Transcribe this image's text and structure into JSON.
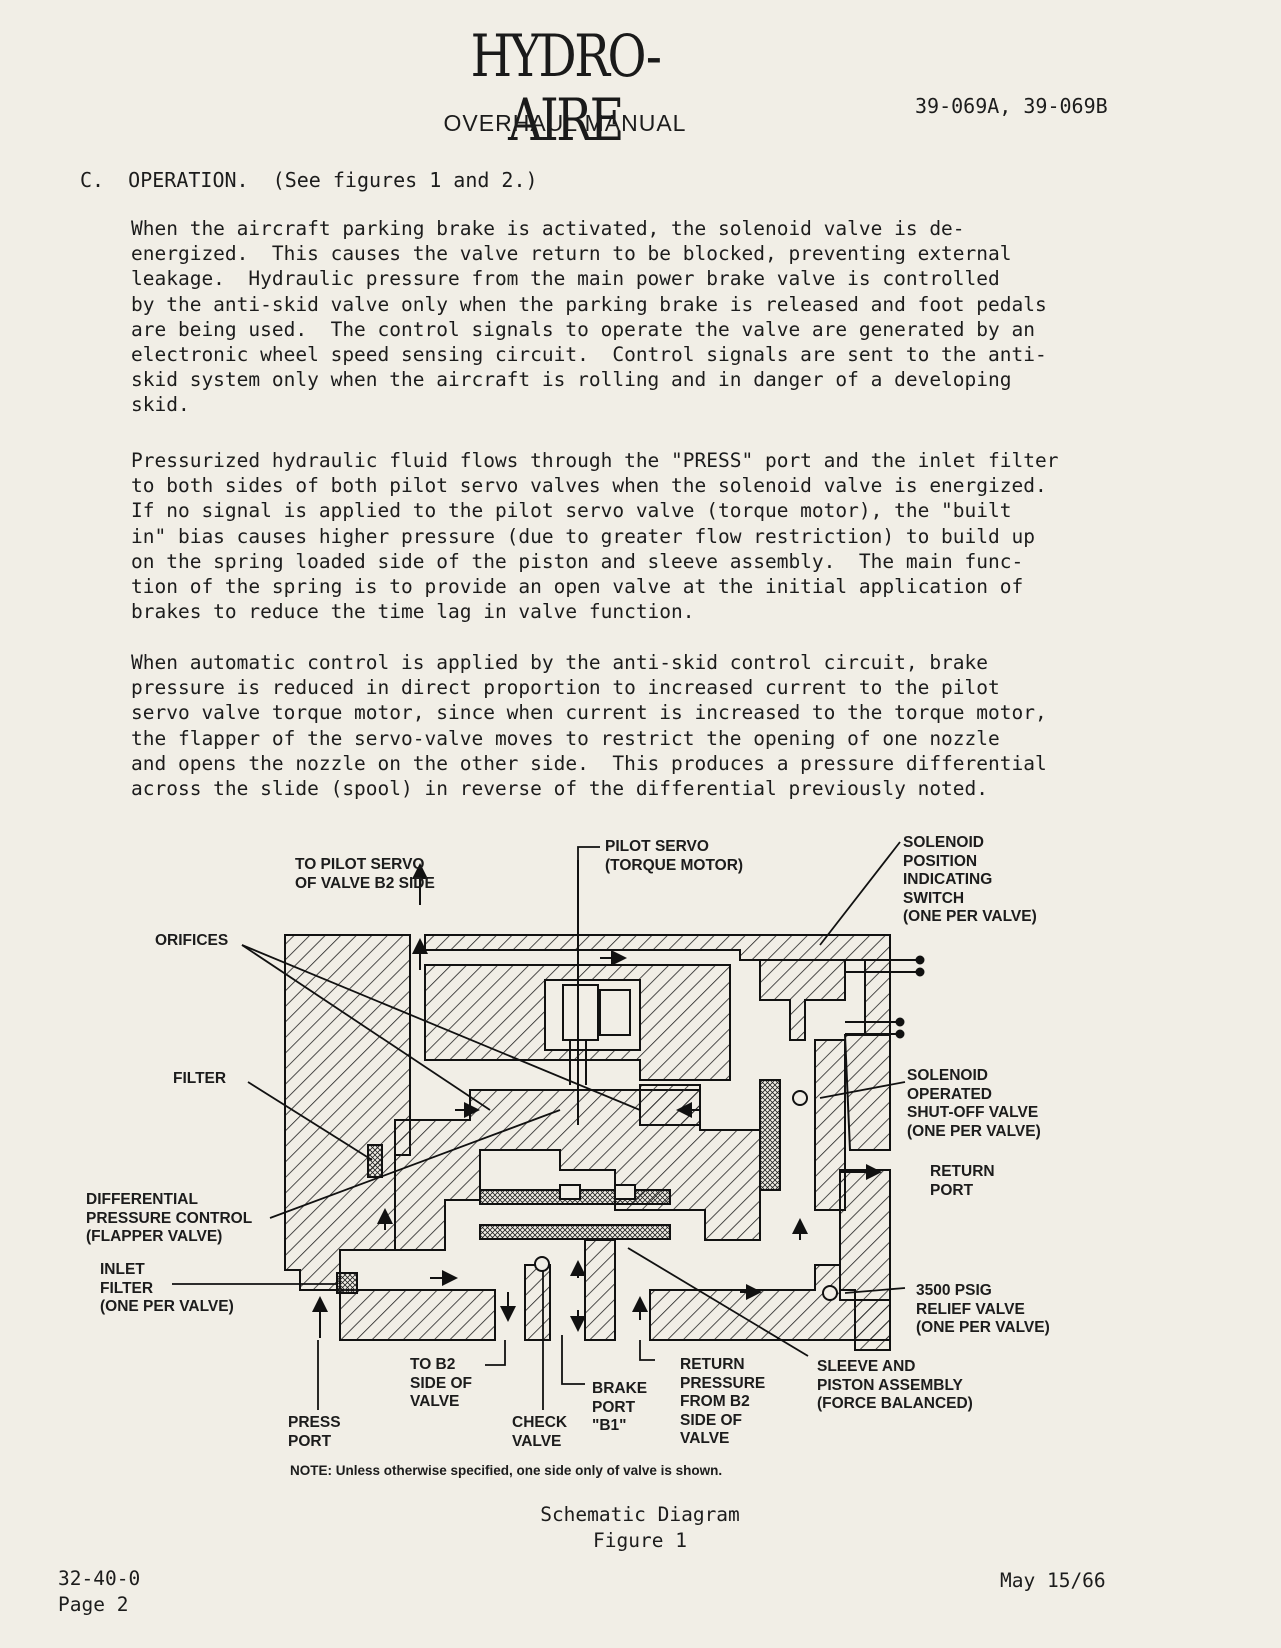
{
  "header": {
    "logo": "HYDRO-AIRE",
    "subtitle": "OVERHAUL MANUAL",
    "doc_number": "39-069A, 39-069B"
  },
  "section_heading": "C.  OPERATION.  (See figures 1 and 2.)",
  "paragraphs": [
    "When the aircraft parking brake is activated, the solenoid valve is de-\nenergized.  This causes the valve return to be blocked, preventing external\nleakage.  Hydraulic pressure from the main power brake valve is controlled\nby the anti-skid valve only when the parking brake is released and foot pedals\nare being used.  The control signals to operate the valve are generated by an\nelectronic wheel speed sensing circuit.  Control signals are sent to the anti-\nskid system only when the aircraft is rolling and in danger of a developing\nskid.",
    "Pressurized hydraulic fluid flows through the \"PRESS\" port and the inlet filter\nto both sides of both pilot servo valves when the solenoid valve is energized.\nIf no signal is applied to the pilot servo valve (torque motor), the \"built\nin\" bias causes higher pressure (due to greater flow restriction) to build up\non the spring loaded side of the piston and sleeve assembly.  The main func-\ntion of the spring is to provide an open valve at the initial application of\nbrakes to reduce the time lag in valve function.",
    "When automatic control is applied by the anti-skid control circuit, brake\npressure is reduced in direct proportion to increased current to the pilot\nservo valve torque motor, since when current is increased to the torque motor,\nthe flapper of the servo-valve moves to restrict the opening of one nozzle\nand opens the nozzle on the other side.  This produces a pressure differential\nacross the slide (spool) in reverse of the differential previously noted."
  ],
  "diagram_labels": {
    "to_pilot_servo": "TO PILOT SERVO\nOF VALVE B2 SIDE",
    "pilot_servo": "PILOT SERVO\n(TORQUE MOTOR)",
    "solenoid_switch": "SOLENOID\nPOSITION\nINDICATING\nSWITCH\n(ONE PER VALVE)",
    "orifices": "ORIFICES",
    "filter": "FILTER",
    "solenoid_valve": "SOLENOID\nOPERATED\nSHUT-OFF VALVE\n(ONE PER VALVE)",
    "return_port": "RETURN\nPORT",
    "differential": "DIFFERENTIAL\nPRESSURE CONTROL\n(FLAPPER VALVE)",
    "inlet_filter": "INLET\nFILTER\n(ONE PER VALVE)",
    "relief_valve": "3500 PSIG\nRELIEF VALVE\n(ONE PER VALVE)",
    "to_b2": "TO B2\nSIDE OF\nVALVE",
    "brake_port": "BRAKE\nPORT\n\"B1\"",
    "return_pressure": "RETURN\nPRESSURE\nFROM B2\nSIDE OF\nVALVE",
    "sleeve_piston": "SLEEVE AND\nPISTON ASSEMBLY\n(FORCE BALANCED)",
    "press_port": "PRESS\nPORT",
    "check_valve": "CHECK\nVALVE"
  },
  "note": "NOTE:  Unless otherwise specified, one side only of valve is shown.",
  "caption": {
    "line1": "Schematic Diagram",
    "line2": "Figure 1"
  },
  "footer": {
    "code": "32-40-0",
    "page": "Page 2",
    "date": "May 15/66"
  }
}
